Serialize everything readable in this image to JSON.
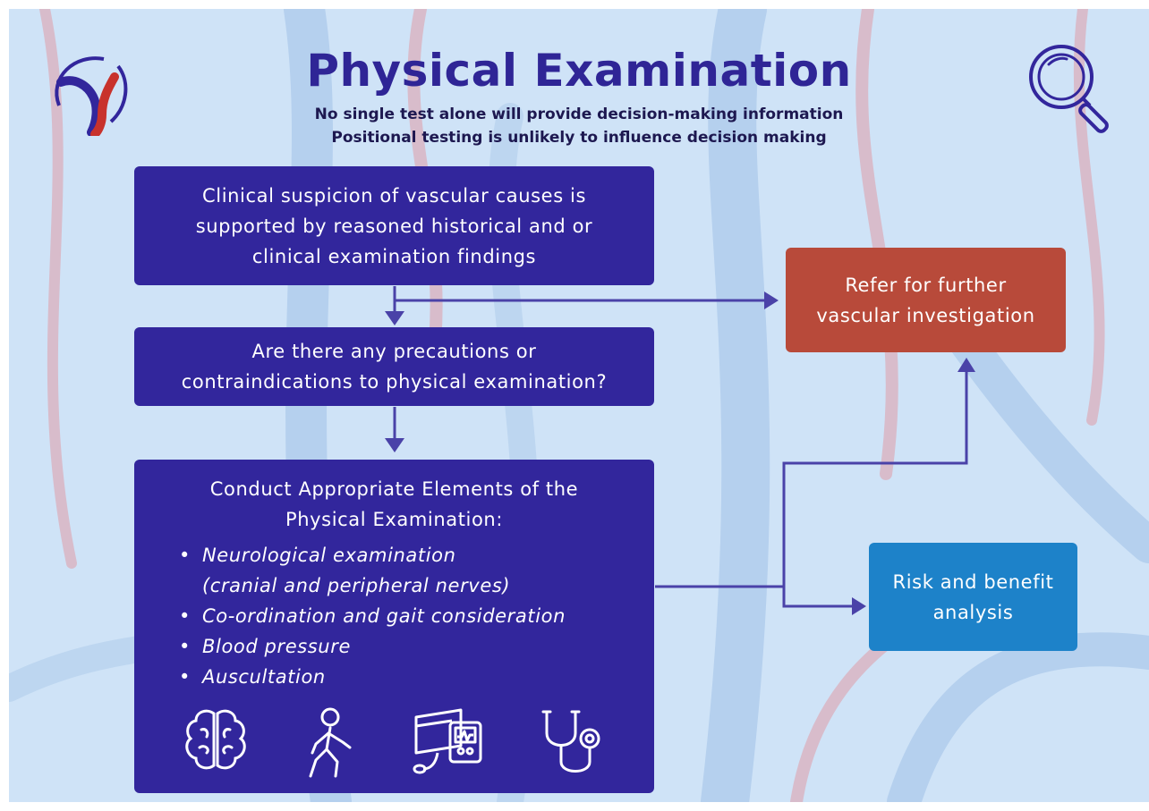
{
  "header": {
    "title": "Physical Examination",
    "subtitle_lines": [
      "No single test alone will provide decision-making information",
      "Positional testing is unlikely to influence decision making"
    ],
    "logo_icon": "vascular-logo-icon",
    "magnifier_icon": "magnifying-glass-icon"
  },
  "nodes": {
    "suspicion": {
      "lines": [
        "Clinical suspicion of vascular causes is",
        "supported by reasoned historical and or",
        "clinical examination findings"
      ]
    },
    "precautions": {
      "lines": [
        "Are there any precautions or",
        "contraindications to physical examination?"
      ]
    },
    "conduct": {
      "heading_lines": [
        "Conduct Appropriate Elements of the",
        "Physical Examination:"
      ],
      "items": [
        "Neurological examination",
        "(cranial and peripheral nerves)",
        "Co-ordination and gait consideration",
        "Blood pressure",
        "Auscultation"
      ],
      "icons": [
        "brain-icon",
        "walking-person-icon",
        "blood-pressure-monitor-icon",
        "stethoscope-icon"
      ]
    },
    "refer": {
      "lines": [
        "Refer for further",
        "vascular investigation"
      ]
    },
    "risk": {
      "lines": [
        "Risk and benefit",
        "analysis"
      ]
    }
  },
  "colors": {
    "background": "#cfe3f7",
    "primary_box": "#32269c",
    "refer_box": "#b84a3a",
    "risk_box": "#1d82c9",
    "arrow": "#4a42a8",
    "title": "#2f2596"
  }
}
